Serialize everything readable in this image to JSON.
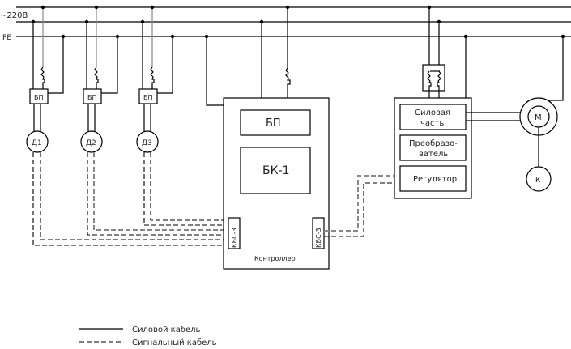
{
  "bus": {
    "phase_label": "~220В",
    "pe_label": "PE"
  },
  "sensors": [
    {
      "psu_label": "БП",
      "sensor_label": "Д1"
    },
    {
      "psu_label": "БП",
      "sensor_label": "Д2"
    },
    {
      "psu_label": "БП",
      "sensor_label": "Д3"
    }
  ],
  "controller": {
    "title": "Контроллер",
    "psu_label": "БП",
    "block_label": "БК-1",
    "port_left_label": "КБС-3",
    "port_right_label": "КБС-3"
  },
  "drive": {
    "power_label_1": "Силовая",
    "power_label_2": "часть",
    "converter_label_1": "Преобразо-",
    "converter_label_2": "ватель",
    "regulator_label": "Регулятор",
    "motor_label": "М",
    "k_label": "К"
  },
  "legend": {
    "power_cable": "Силовой кабель",
    "signal_cable": "Сигнальный кабель"
  }
}
